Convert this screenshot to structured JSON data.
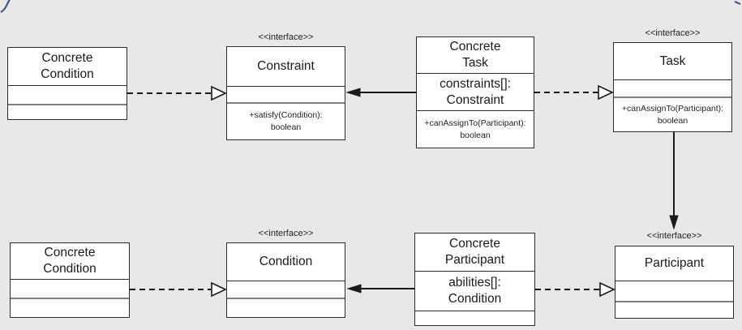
{
  "diagram": {
    "type": "uml-class-diagram",
    "colors": {
      "background": "#e8e8e8",
      "box_fill": "#ffffff",
      "box_border": "#2b2b2b",
      "divider_gray": "#7d7d7d",
      "connector": "#1a1a1a",
      "corner_mark_blue": "#3c5784"
    },
    "classes": {
      "concrete_condition_top": {
        "name": [
          "Concrete",
          "Condition"
        ]
      },
      "constraint": {
        "stereotype": "<<interface>>",
        "name": [
          "Constraint"
        ],
        "methods": [
          "+satisfy(Condition):",
          "boolean"
        ]
      },
      "concrete_task": {
        "name": [
          "Concrete",
          "Task"
        ],
        "attributes": [
          "constraints[]:",
          "Constraint"
        ],
        "methods": [
          "+canAssignTo(Participant):",
          "boolean"
        ]
      },
      "task": {
        "stereotype": "<<interface>>",
        "name": [
          "Task"
        ],
        "methods": [
          "+canAssignTo(Participant):",
          "boolean"
        ]
      },
      "concrete_condition_bottom": {
        "name": [
          "Concrete",
          "Condition"
        ]
      },
      "condition": {
        "stereotype": "<<interface>>",
        "name": [
          "Condition"
        ]
      },
      "concrete_participant": {
        "name": [
          "Concrete",
          "Participant"
        ],
        "attributes": [
          "abilities[]:",
          "Condition"
        ]
      },
      "participant": {
        "stereotype": "<<interface>>",
        "name": [
          "Participant"
        ]
      }
    },
    "relationships": [
      {
        "from": "Concrete Condition (top)",
        "to": "Constraint",
        "type": "realization-dashed-hollow-triangle"
      },
      {
        "from": "Concrete Task",
        "to": "Constraint",
        "type": "association-solid-filled-arrow"
      },
      {
        "from": "Concrete Task",
        "to": "Task",
        "type": "realization-dashed-hollow-triangle"
      },
      {
        "from": "Task",
        "to": "Participant",
        "type": "association-solid-filled-arrow"
      },
      {
        "from": "Concrete Condition (bottom)",
        "to": "Condition",
        "type": "realization-dashed-hollow-triangle"
      },
      {
        "from": "Concrete Participant",
        "to": "Condition",
        "type": "association-solid-filled-arrow"
      },
      {
        "from": "Concrete Participant",
        "to": "Participant",
        "type": "realization-dashed-hollow-triangle"
      }
    ]
  }
}
